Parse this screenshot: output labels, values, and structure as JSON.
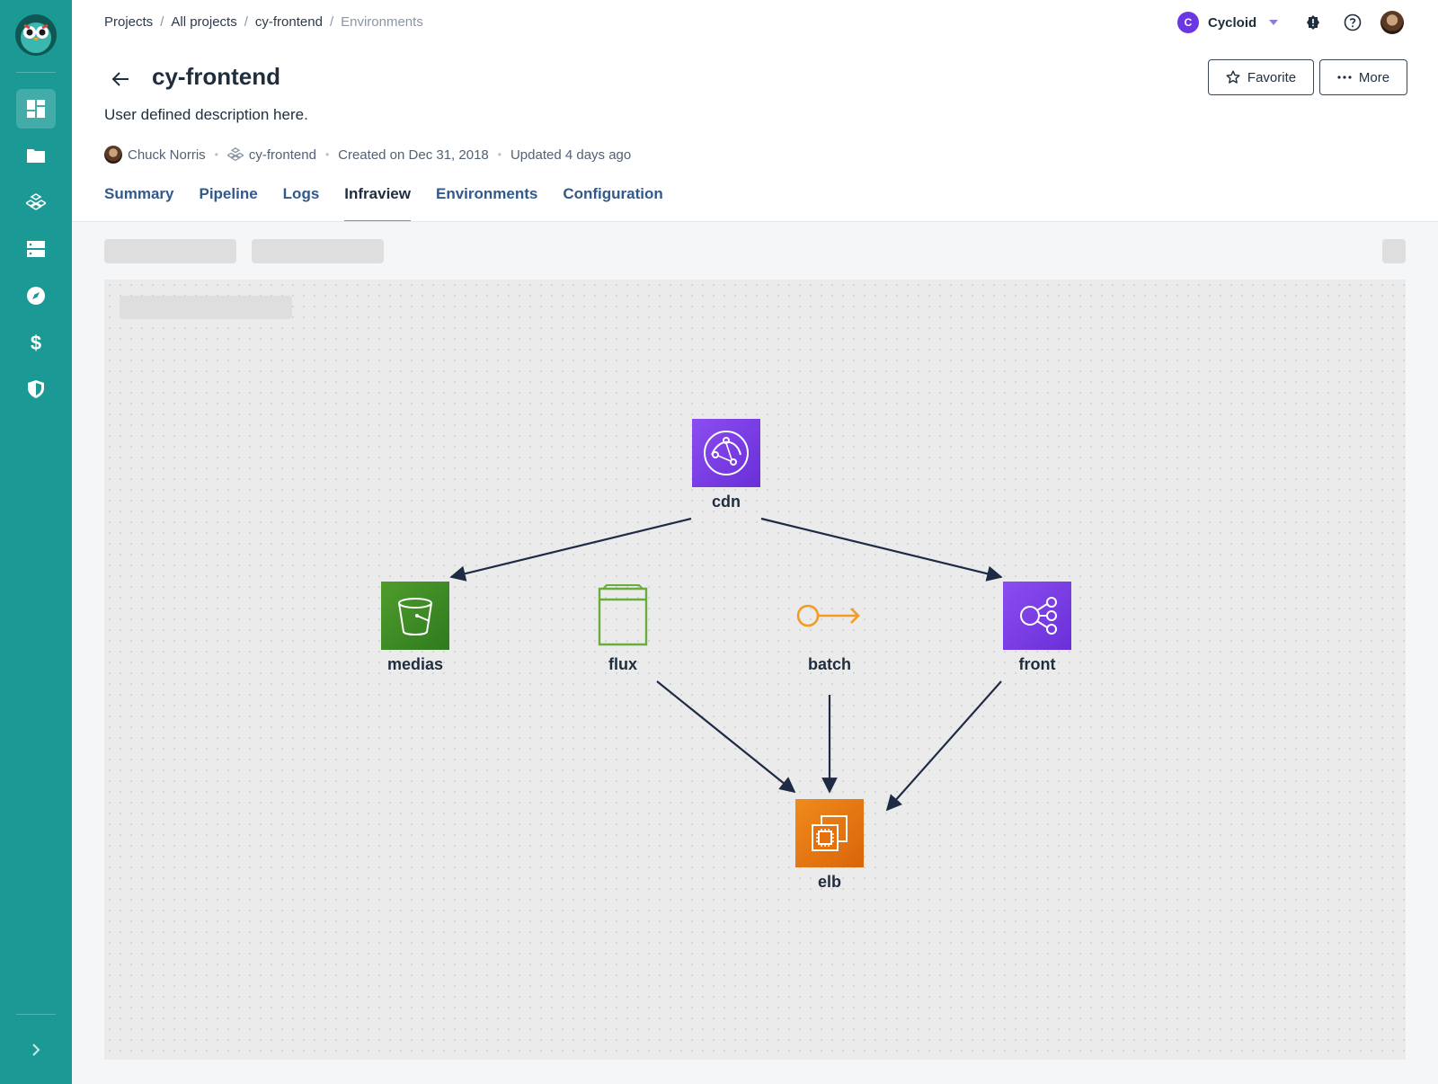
{
  "breadcrumb": [
    "Projects",
    "All projects",
    "cy-frontend",
    "Environments"
  ],
  "breadcrumb_sep": "/",
  "org": {
    "badge": "C",
    "name": "Cycloid"
  },
  "project": {
    "title": "cy-frontend",
    "description": "User defined description here.",
    "owner": "Chuck Norris",
    "stack": "cy-frontend",
    "created": "Created on Dec 31, 2018",
    "updated": "Updated 4 days ago"
  },
  "actions": {
    "favorite": "Favorite",
    "more": "More"
  },
  "tabs": [
    "Summary",
    "Pipeline",
    "Logs",
    "Infraview",
    "Environments",
    "Configuration"
  ],
  "active_tab": "Infraview",
  "sidebar": {
    "items": [
      {
        "icon": "dashboard-icon",
        "active": true
      },
      {
        "icon": "folder-icon"
      },
      {
        "icon": "stacks-icon"
      },
      {
        "icon": "servers-icon"
      },
      {
        "icon": "compass-icon"
      },
      {
        "icon": "dollar-icon"
      },
      {
        "icon": "shield-icon"
      }
    ]
  },
  "infraview": {
    "nodes": [
      {
        "id": "cdn",
        "label": "cdn",
        "icon": "cloudfront-icon",
        "color": "#7b3fe4"
      },
      {
        "id": "medias",
        "label": "medias",
        "icon": "s3-bucket-icon",
        "color": "#3f8624"
      },
      {
        "id": "flux",
        "label": "flux",
        "icon": "container-icon",
        "color": "#6aad3d"
      },
      {
        "id": "batch",
        "label": "batch",
        "icon": "batch-icon",
        "color": "#f39c25"
      },
      {
        "id": "front",
        "label": "front",
        "icon": "load-balancer-icon",
        "color": "#7b3fe4"
      },
      {
        "id": "elb",
        "label": "elb",
        "icon": "ec2-icon",
        "color": "#e7700d"
      }
    ],
    "edges": [
      [
        "cdn",
        "medias"
      ],
      [
        "cdn",
        "front"
      ],
      [
        "flux",
        "elb"
      ],
      [
        "batch",
        "elb"
      ],
      [
        "front",
        "elb"
      ]
    ]
  }
}
